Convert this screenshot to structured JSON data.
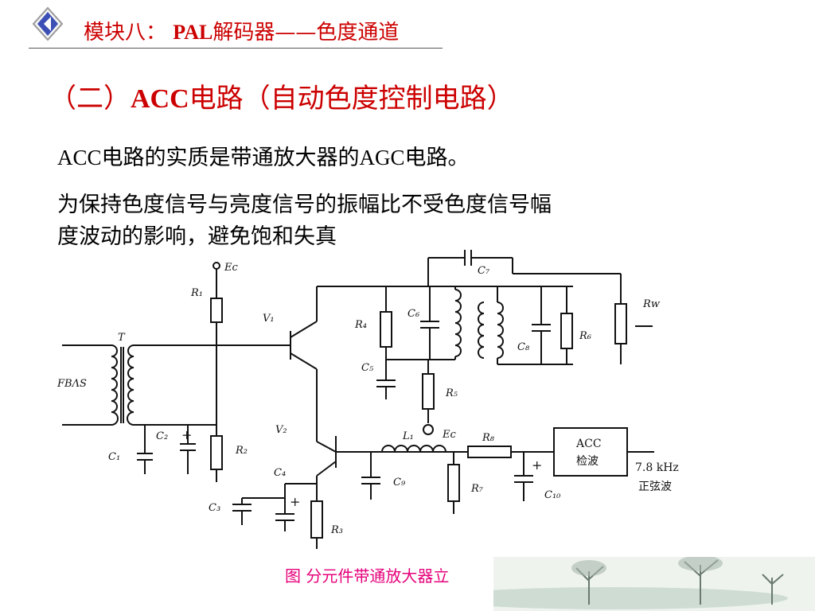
{
  "header": {
    "title_prefix": "模块八：",
    "title_latin": "PAL",
    "title_suffix": "解码器——色度通道"
  },
  "section": {
    "heading_prefix": "（二）",
    "heading_latin": "ACC",
    "heading_suffix": "电路（自动色度控制电路）"
  },
  "paragraph1": {
    "a": "ACC",
    "b": "电路的实质是带通放大器的",
    "c": "AGC",
    "d": "电路。"
  },
  "paragraph2": {
    "line1": "为保持色度信号与亮度信号的振幅比不受色度信号幅",
    "line2": "度波动的影响，避免饱和失真"
  },
  "circuit": {
    "labels": {
      "ec_top": "Ec",
      "r1": "R₁",
      "v1": "V₁",
      "t": "T",
      "fbas": "FBΛS",
      "r4": "R₄",
      "c6": "C₆",
      "c5": "C₅",
      "r5": "R₅",
      "c7": "C₇",
      "c8": "C₈",
      "r6": "R₆",
      "rw": "Rᴡ",
      "c2": "C₂",
      "c1": "C₁",
      "r2": "R₂",
      "v2": "V₂",
      "c4": "C₄",
      "c3": "C₃",
      "r3": "R₃",
      "l1": "L₁",
      "ec_mid": "Eᴄ",
      "c9": "C₉",
      "r7": "R₇",
      "r8": "R₈",
      "c10": "C₁₀",
      "acc_line1": "ACC",
      "acc_line2": "检波",
      "freq": "7.8 kHz",
      "wave": "正弦波",
      "plus1": "+",
      "plus2": "+",
      "plus3": "+"
    }
  },
  "caption": "图 分元件带通放大器立",
  "colors": {
    "title_red": "#cc0000",
    "caption_magenta": "#e6007a",
    "logo_blue": "#3b4fb5"
  }
}
